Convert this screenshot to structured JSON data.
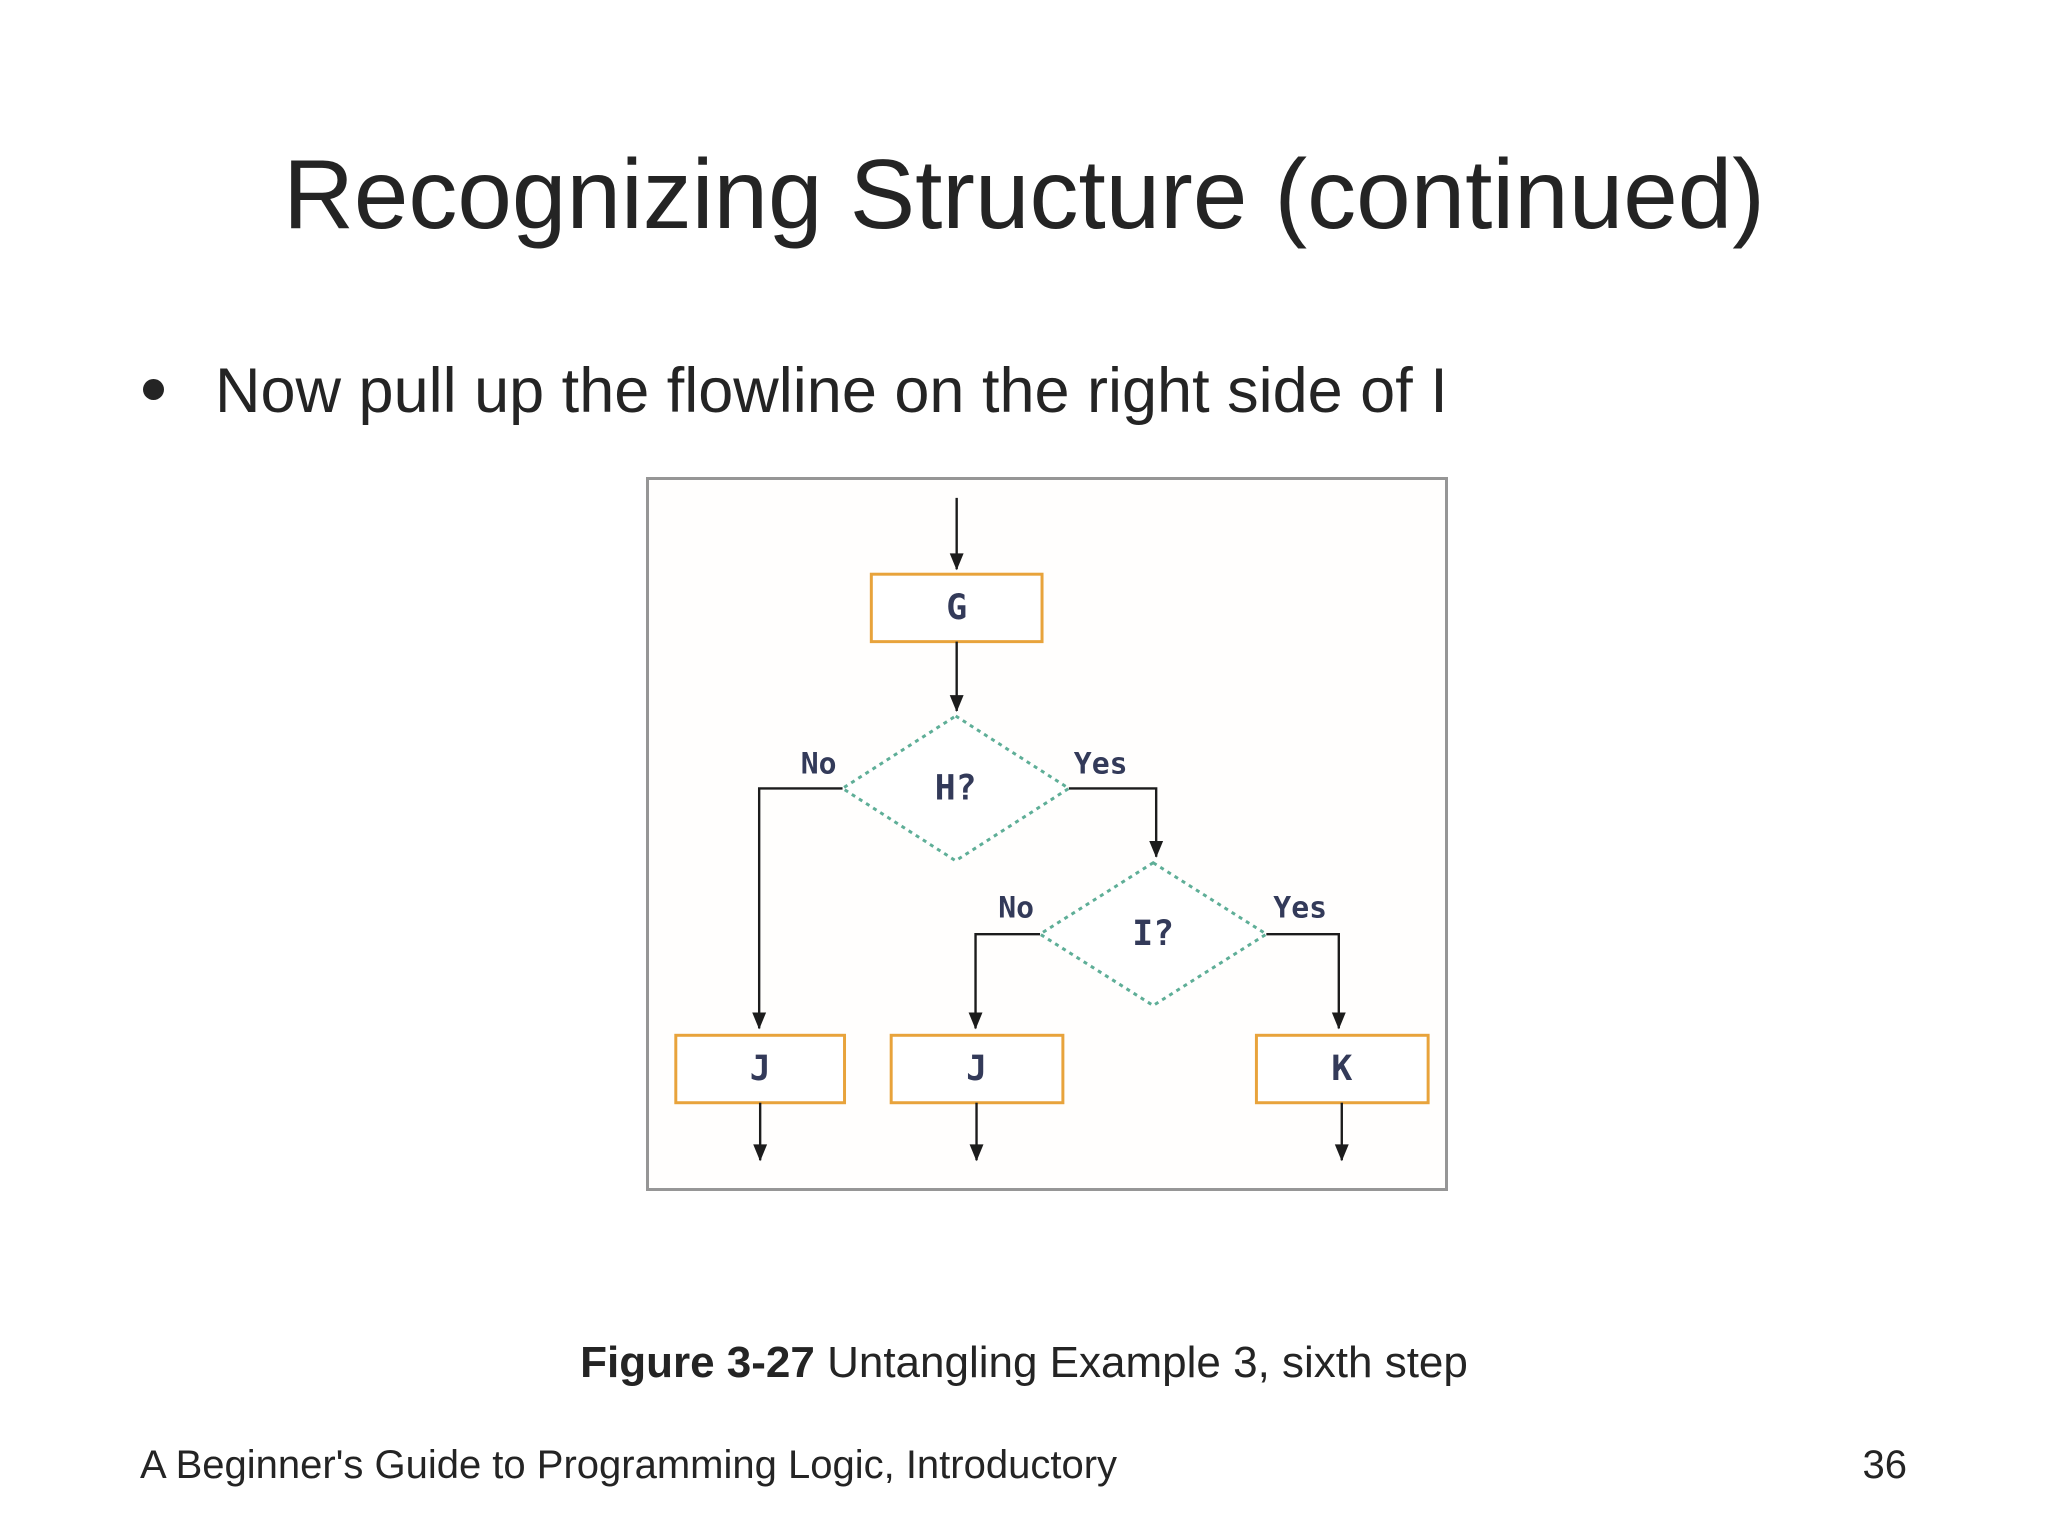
{
  "slide": {
    "title": "Recognizing Structure (continued)",
    "bullet": "Now pull up the flowline on the right side of I",
    "caption_bold": "Figure 3-27",
    "caption_rest": " Untangling Example 3, sixth step",
    "footer": "A Beginner's Guide to Programming Logic, Introductory",
    "page_number": "36"
  },
  "flowchart": {
    "nodes": {
      "g": "G",
      "h": "H?",
      "i": "I?",
      "j1": "J",
      "j2": "J",
      "k": "K"
    },
    "labels": {
      "h_no": "No",
      "h_yes": "Yes",
      "i_no": "No",
      "i_yes": "Yes"
    },
    "colors": {
      "process_border": "#E8A33B",
      "decision_border": "#5EAE97",
      "flowline": "#1C1C1C",
      "node_text": "#333A59"
    }
  }
}
